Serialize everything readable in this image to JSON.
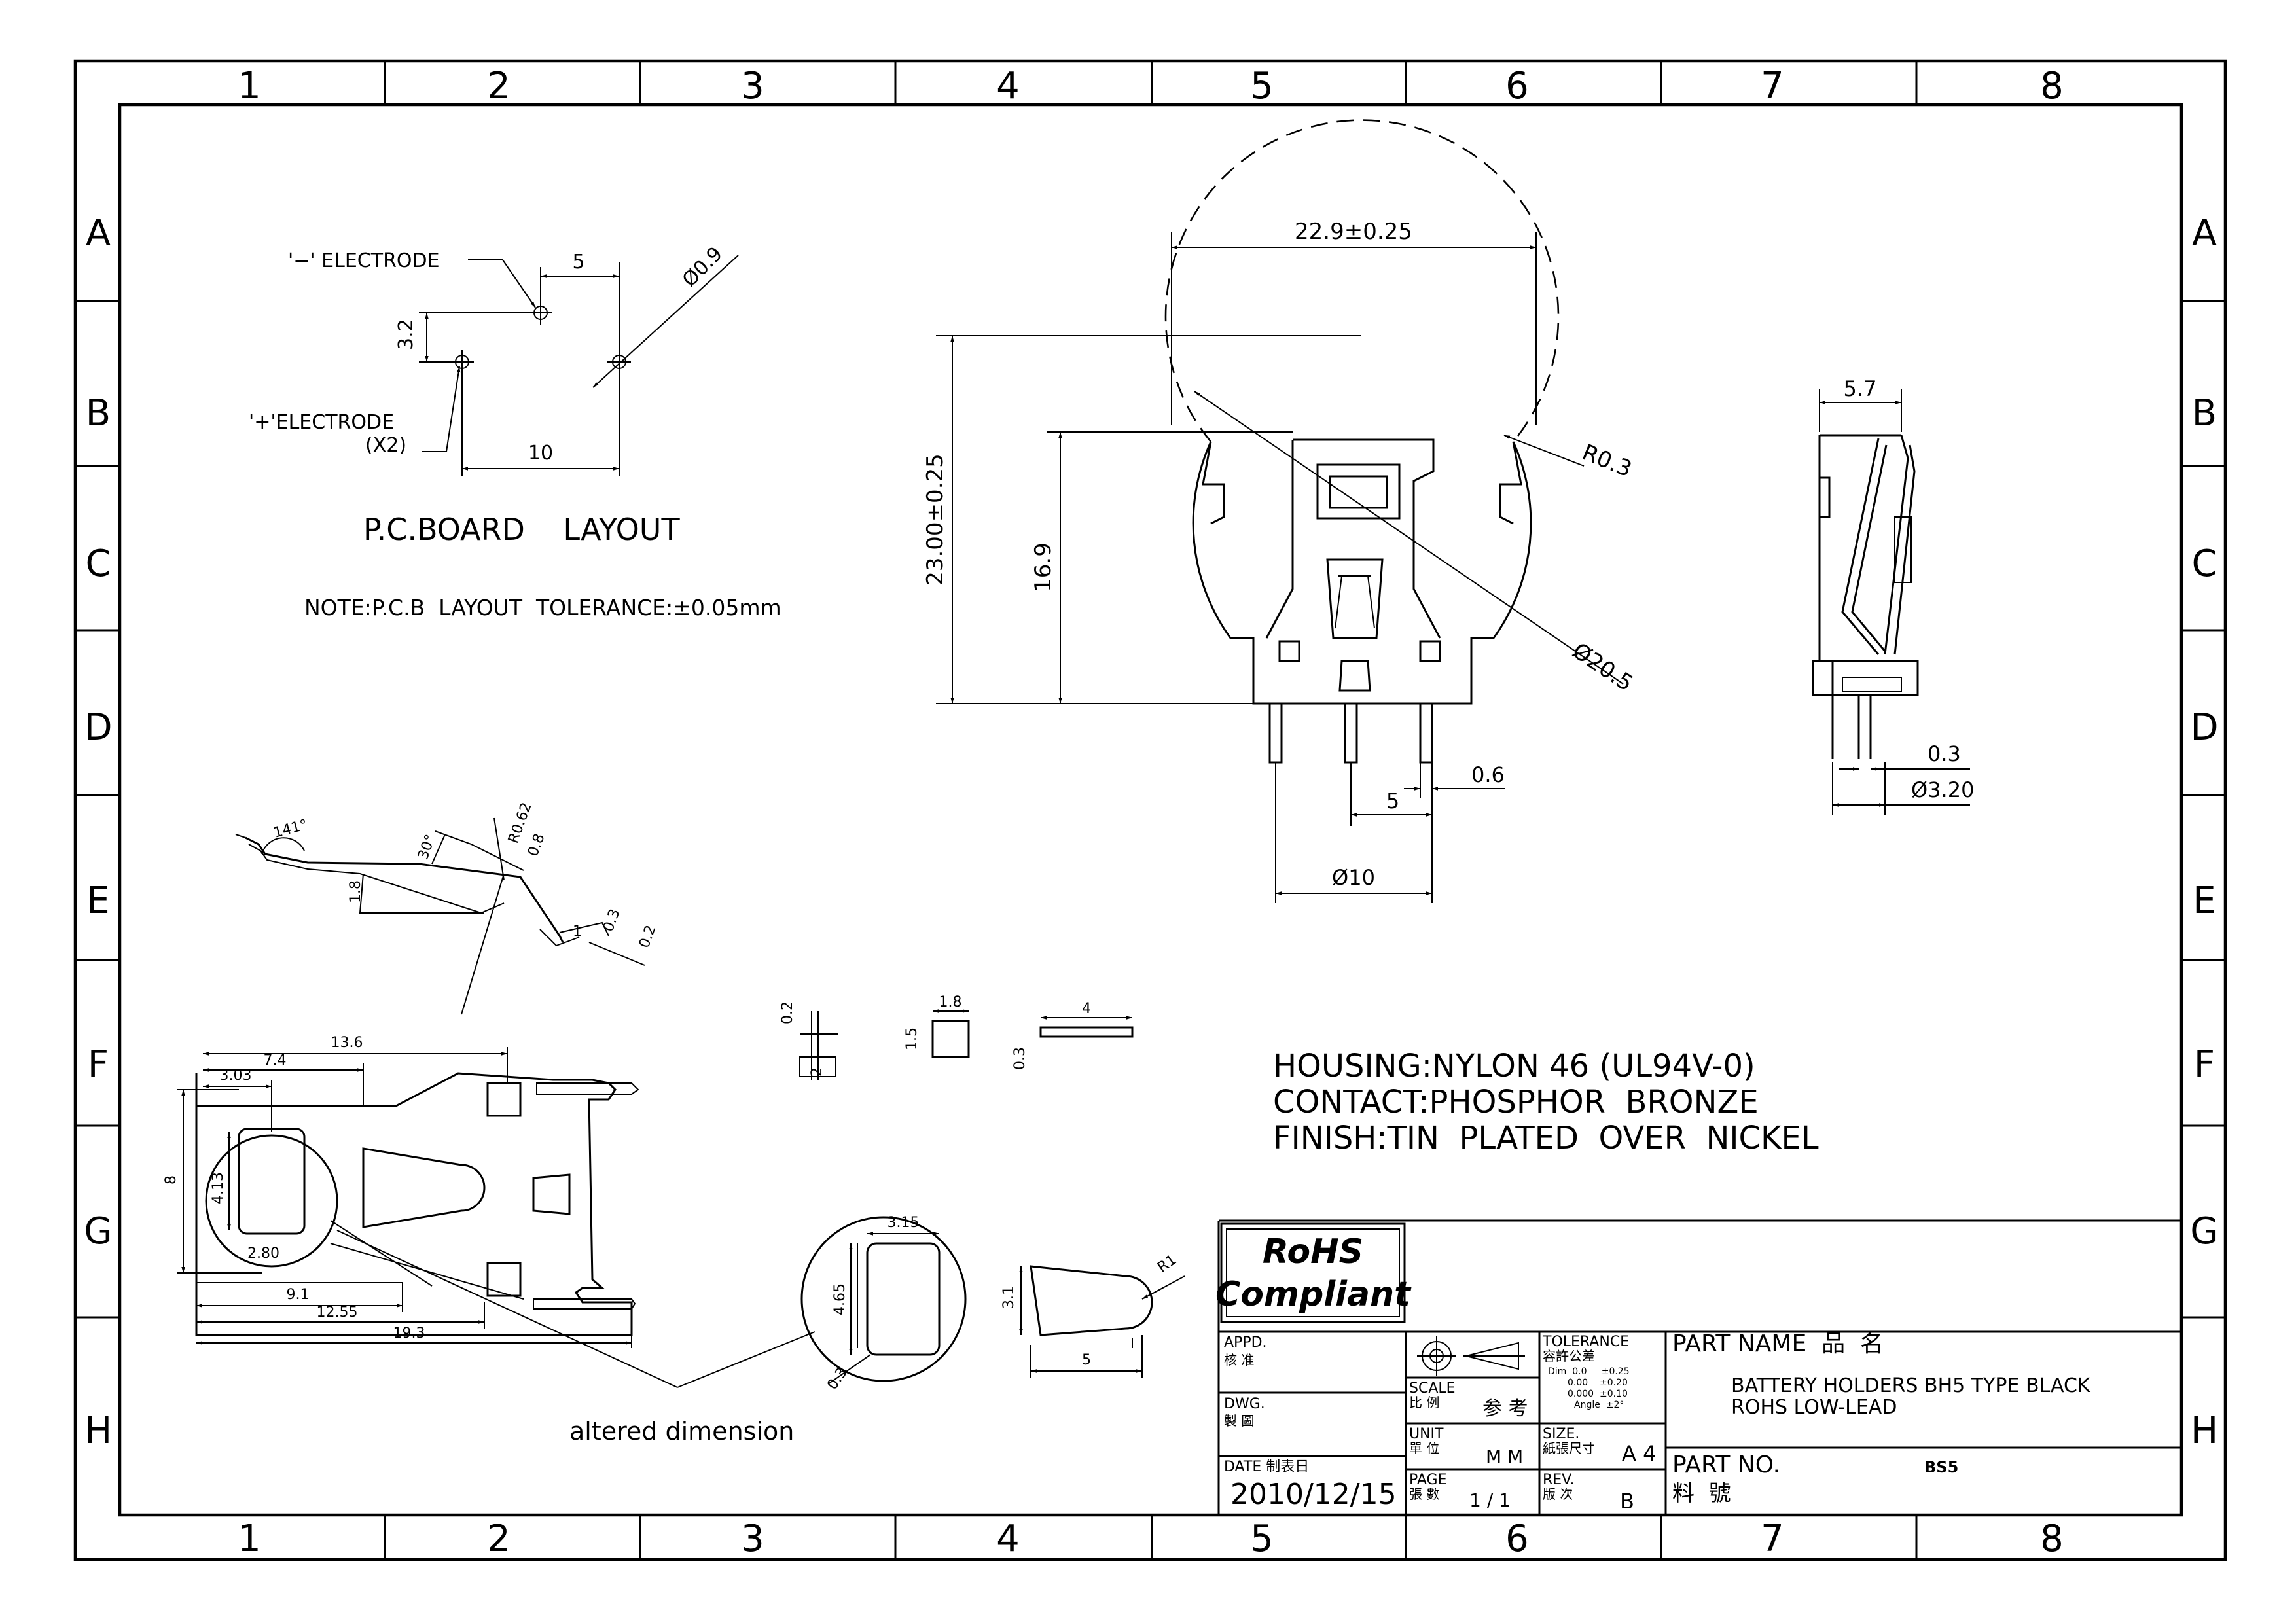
{
  "frame": {
    "columns": [
      "1",
      "2",
      "3",
      "4",
      "5",
      "6",
      "7",
      "8"
    ],
    "rows": [
      "A",
      "B",
      "C",
      "D",
      "E",
      "F",
      "G",
      "H"
    ]
  },
  "pcb": {
    "neg_electrode": "'−' ELECTRODE",
    "pos_electrode": "'+'ELECTRODE",
    "pos_count": "(X2)",
    "dim_5": "5",
    "dim_09": "Ø0.9",
    "dim_32": "3.2",
    "dim_10": "10",
    "title": "P.C.BOARD    LAYOUT",
    "note": "NOTE:P.C.B  LAYOUT  TOLERANCE:±0.05mm"
  },
  "front_view": {
    "width": "22.9±0.25",
    "height": "23.00±0.25",
    "inner_height": "16.9",
    "radius": "R0.3",
    "diameter": "Ø20.5",
    "pin_pitch": "5",
    "pin_width": "0.6",
    "span": "Ø10"
  },
  "side_view": {
    "width": "5.7",
    "thickness": "0.3",
    "pin_span": "Ø3.20"
  },
  "contact_profile": {
    "angle_141": "141°",
    "angle_30": "30°",
    "r062": "R0.62",
    "d08": "0.8",
    "d18": "1.8",
    "d03": "0.3",
    "d02": "0.2",
    "d1": "1"
  },
  "small_parts": {
    "cross_02": "0.2",
    "cross_2": "2",
    "sq_18": "1.8",
    "sq_15": "1.5",
    "bar_4": "4",
    "bar_03": "0.3"
  },
  "flat_pattern": {
    "d136": "13.6",
    "d74": "7.4",
    "d303": "3.03",
    "d8": "8",
    "d413": "4.13",
    "d280": "2.80",
    "d91": "9.1",
    "d1255": "12.55",
    "d193": "19.3"
  },
  "detail": {
    "d315": "3.15",
    "d465": "4.65",
    "d03": "0.3",
    "d31": "3.1",
    "d5": "5",
    "r1": "R1",
    "note": "altered dimension"
  },
  "materials": [
    "HOUSING:NYLON 46 (UL94V-0)",
    "CONTACT:PHOSPHOR  BRONZE",
    "FINISH:TIN  PLATED  OVER  NICKEL"
  ],
  "title_block": {
    "rohs_1": "RoHS",
    "rohs_2": "Compliant",
    "appd_en": "APPD.",
    "appd_cn": "核 准",
    "dwg_en": "DWG.",
    "dwg_cn": "製 圖",
    "date_label": "DATE 制表日",
    "date": "2010/12/15",
    "scale_en": "SCALE",
    "scale_cn": "比 例",
    "scale_value": "参 考",
    "unit_en": "UNIT",
    "unit_cn": "單 位",
    "unit_value": "M M",
    "page_en": "PAGE",
    "page_cn": "張 數",
    "page_value": "1 / 1",
    "tol_en": "TOLERANCE",
    "tol_cn": "容許公差",
    "tol_1": "Dim  0.0     ±0.25",
    "tol_2": "0.00    ±0.20",
    "tol_3": "0.000  ±0.10",
    "tol_4": "Angle  ±2°",
    "size_en": "SIZE.",
    "size_cn": "紙張尺寸",
    "size_value": "A 4",
    "rev_en": "REV.",
    "rev_cn": "版 次",
    "rev_value": "B",
    "part_name_label": "PART NAME  品  名",
    "part_name_1": "BATTERY HOLDERS BH5 TYPE BLACK",
    "part_name_2": "ROHS LOW-LEAD",
    "part_no_label": "PART NO.",
    "part_no_cn": "料  號",
    "part_no": "BS5"
  }
}
